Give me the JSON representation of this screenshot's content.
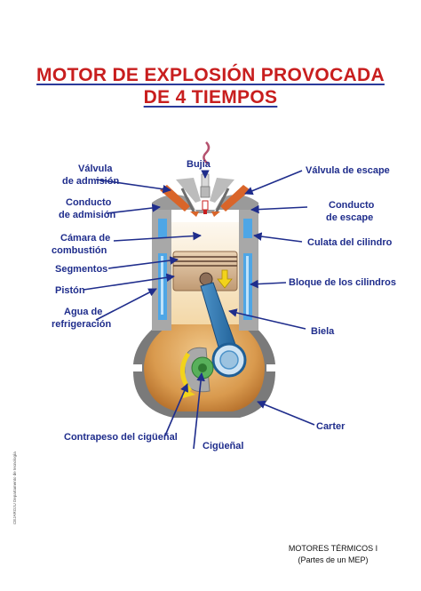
{
  "title": {
    "line1": "MOTOR DE EXPLOSIÓN PROVOCADA",
    "line2": "DE 4 TIEMPOS"
  },
  "labels": {
    "valvula_admision_l1": "Válvula",
    "valvula_admision_l2": "de admisión",
    "bujia": "Bujía",
    "valvula_escape": "Válvula de escape",
    "conducto_admision_l1": "Conducto",
    "conducto_admision_l2": "de admisión",
    "conducto_escape_l1": "Conducto",
    "conducto_escape_l2": "de escape",
    "camara_l1": "Cámara de",
    "camara_l2": "combustión",
    "culata": "Culata del cilindro",
    "segmentos": "Segmentos",
    "bloque": "Bloque de los cilindros",
    "piston": "Pistón",
    "agua_l1": "Agua de",
    "agua_l2": "refrigeración",
    "biela": "Biela",
    "carter": "Carter",
    "contrapeso": "Contrapeso del cigüeñal",
    "ciguenal": "Cigüeñal"
  },
  "credit": "CEJAROJU Departamento de tecnología",
  "footer": {
    "line1": "MOTORES TÉRMICOS I",
    "line2": "(Partes de un MEP)"
  },
  "colors": {
    "title": "#c81e1e",
    "label": "#1f2d8c",
    "arrow": "#1f2d8c",
    "water": "#4ea6e6",
    "valve": "#d9652a",
    "crankcase": "#c9873f",
    "piston": "#c9a07a"
  }
}
